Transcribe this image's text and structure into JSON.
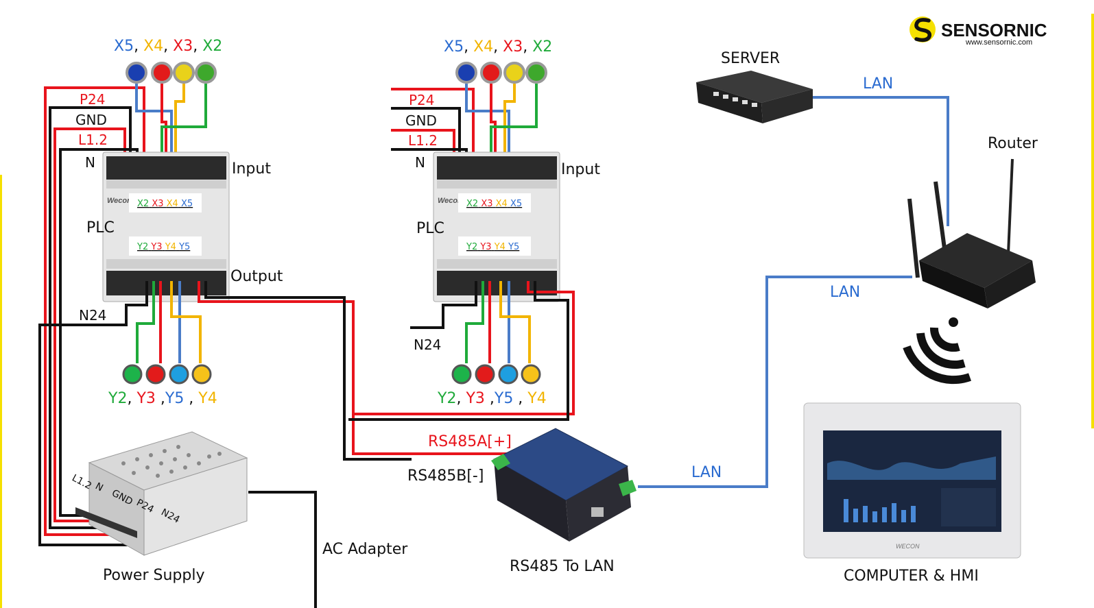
{
  "brand": {
    "name": "SENSORNIC",
    "url": "www.sensornic.com",
    "color_yellow": "#f5e000",
    "color_black": "#111111"
  },
  "colors": {
    "red": "#e8141c",
    "black": "#111111",
    "blue": "#4a7cc8",
    "green": "#1faa3a",
    "yellow": "#f2b400",
    "lan_blue": "#4a7cc8"
  },
  "plc1": {
    "inputs_label": [
      "X5",
      "X4",
      "X3",
      "X2"
    ],
    "rails": [
      "P24",
      "GND",
      "L1.2",
      "N"
    ],
    "input_text": "Input",
    "output_text": "Output",
    "plc_text": "PLC",
    "x_codes": [
      "X2",
      "X3",
      "X4",
      "X5"
    ],
    "y_codes": [
      "Y2",
      "Y3",
      "Y4",
      "Y5"
    ],
    "n24": "N24",
    "outputs_label": [
      "Y2",
      "Y3",
      "Y5",
      "Y4"
    ],
    "brand_mark": "Wecon"
  },
  "plc2": {
    "inputs_label": [
      "X5",
      "X4",
      "X3",
      "X2"
    ],
    "rails": [
      "P24",
      "GND",
      "L1.2",
      "N"
    ],
    "input_text": "Input",
    "plc_text": "PLC",
    "x_codes": [
      "X2",
      "X3",
      "X4",
      "X5"
    ],
    "y_codes": [
      "Y2",
      "Y3",
      "Y4",
      "Y5"
    ],
    "n24": "N24",
    "outputs_label": [
      "Y2",
      "Y3",
      "Y5",
      "Y4"
    ],
    "brand_mark": "Wecon"
  },
  "power_supply": {
    "label": "Power Supply",
    "terminals": [
      "L1.2",
      "N",
      "GND",
      "P24",
      "N24"
    ]
  },
  "ac_adapter": "AC Adapter",
  "rs485": {
    "label": "RS485 To LAN",
    "a": "RS485A[+]",
    "b": "RS485B[-]"
  },
  "server": "SERVER",
  "router": "Router",
  "hmi": {
    "label": "COMPUTER & HMI",
    "brand": "WECON"
  },
  "lan_labels": [
    "LAN",
    "LAN",
    "LAN"
  ]
}
